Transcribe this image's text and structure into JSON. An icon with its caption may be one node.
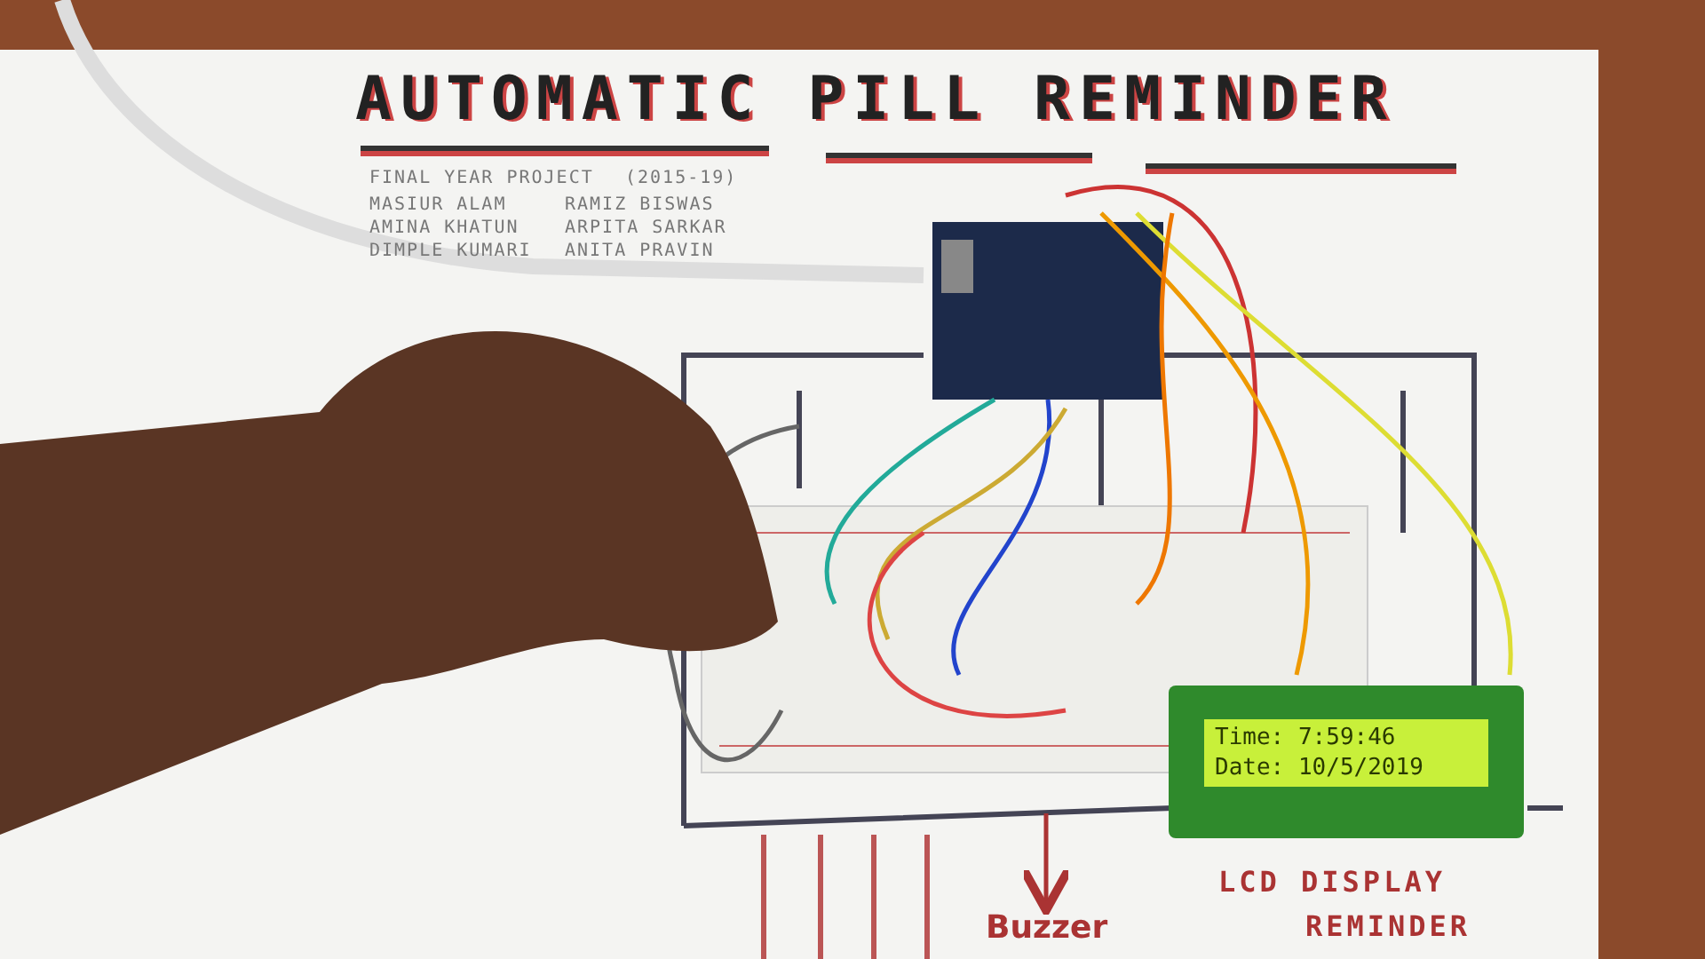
{
  "diagram": {
    "title": "AUTOMATIC PILL REMINDER",
    "nodes": [
      {
        "text": [
          "Time: 7:59:46",
          "Date: 10/5/2019"
        ]
      },
      {
        "text": [
          "Buzzer"
        ]
      }
    ],
    "edges": [
      {
        "from": null,
        "to": 1,
        "arrow": "to"
      }
    ],
    "labels": [
      "FINAL YEAR PROJECT",
      "(2015-19)",
      "MASIUR ALAM",
      "RAMIZ BISWAS",
      "AMINA KHATUN",
      "ARPITA SARKAR",
      "DIMPLE KUMARI",
      "ANITA PRAVIN",
      "LCD DISPLAY",
      "REMINDER"
    ]
  }
}
